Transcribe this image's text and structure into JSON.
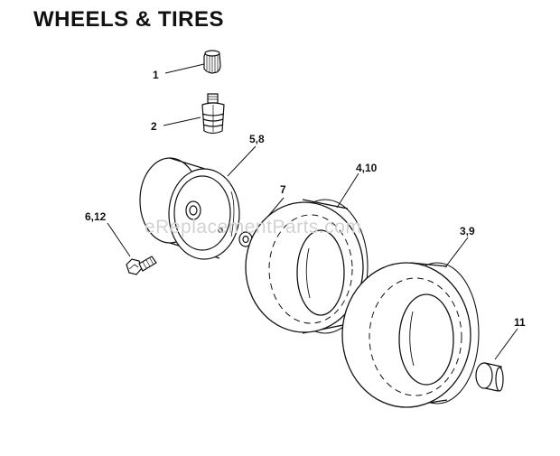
{
  "title": "WHEELS & TIRES",
  "watermark": "eReplacementParts.com",
  "callouts": [
    {
      "id": "1",
      "label": "1"
    },
    {
      "id": "2",
      "label": "2"
    },
    {
      "id": "5_8",
      "label": "5,8"
    },
    {
      "id": "7",
      "label": "7"
    },
    {
      "id": "6_12",
      "label": "6,12"
    },
    {
      "id": "4_10",
      "label": "4,10"
    },
    {
      "id": "3_9",
      "label": "3,9"
    },
    {
      "id": "11",
      "label": "11"
    }
  ],
  "parts": [
    {
      "part": "valve-cap",
      "callout": "1"
    },
    {
      "part": "valve-stem",
      "callout": "2"
    },
    {
      "part": "rim",
      "callout": "5,8"
    },
    {
      "part": "washer",
      "callout": "7"
    },
    {
      "part": "bolt",
      "callout": "6,12"
    },
    {
      "part": "front-tire",
      "callout": "4,10"
    },
    {
      "part": "rear-tire",
      "callout": "3,9"
    },
    {
      "part": "hub-cap",
      "callout": "11"
    }
  ]
}
